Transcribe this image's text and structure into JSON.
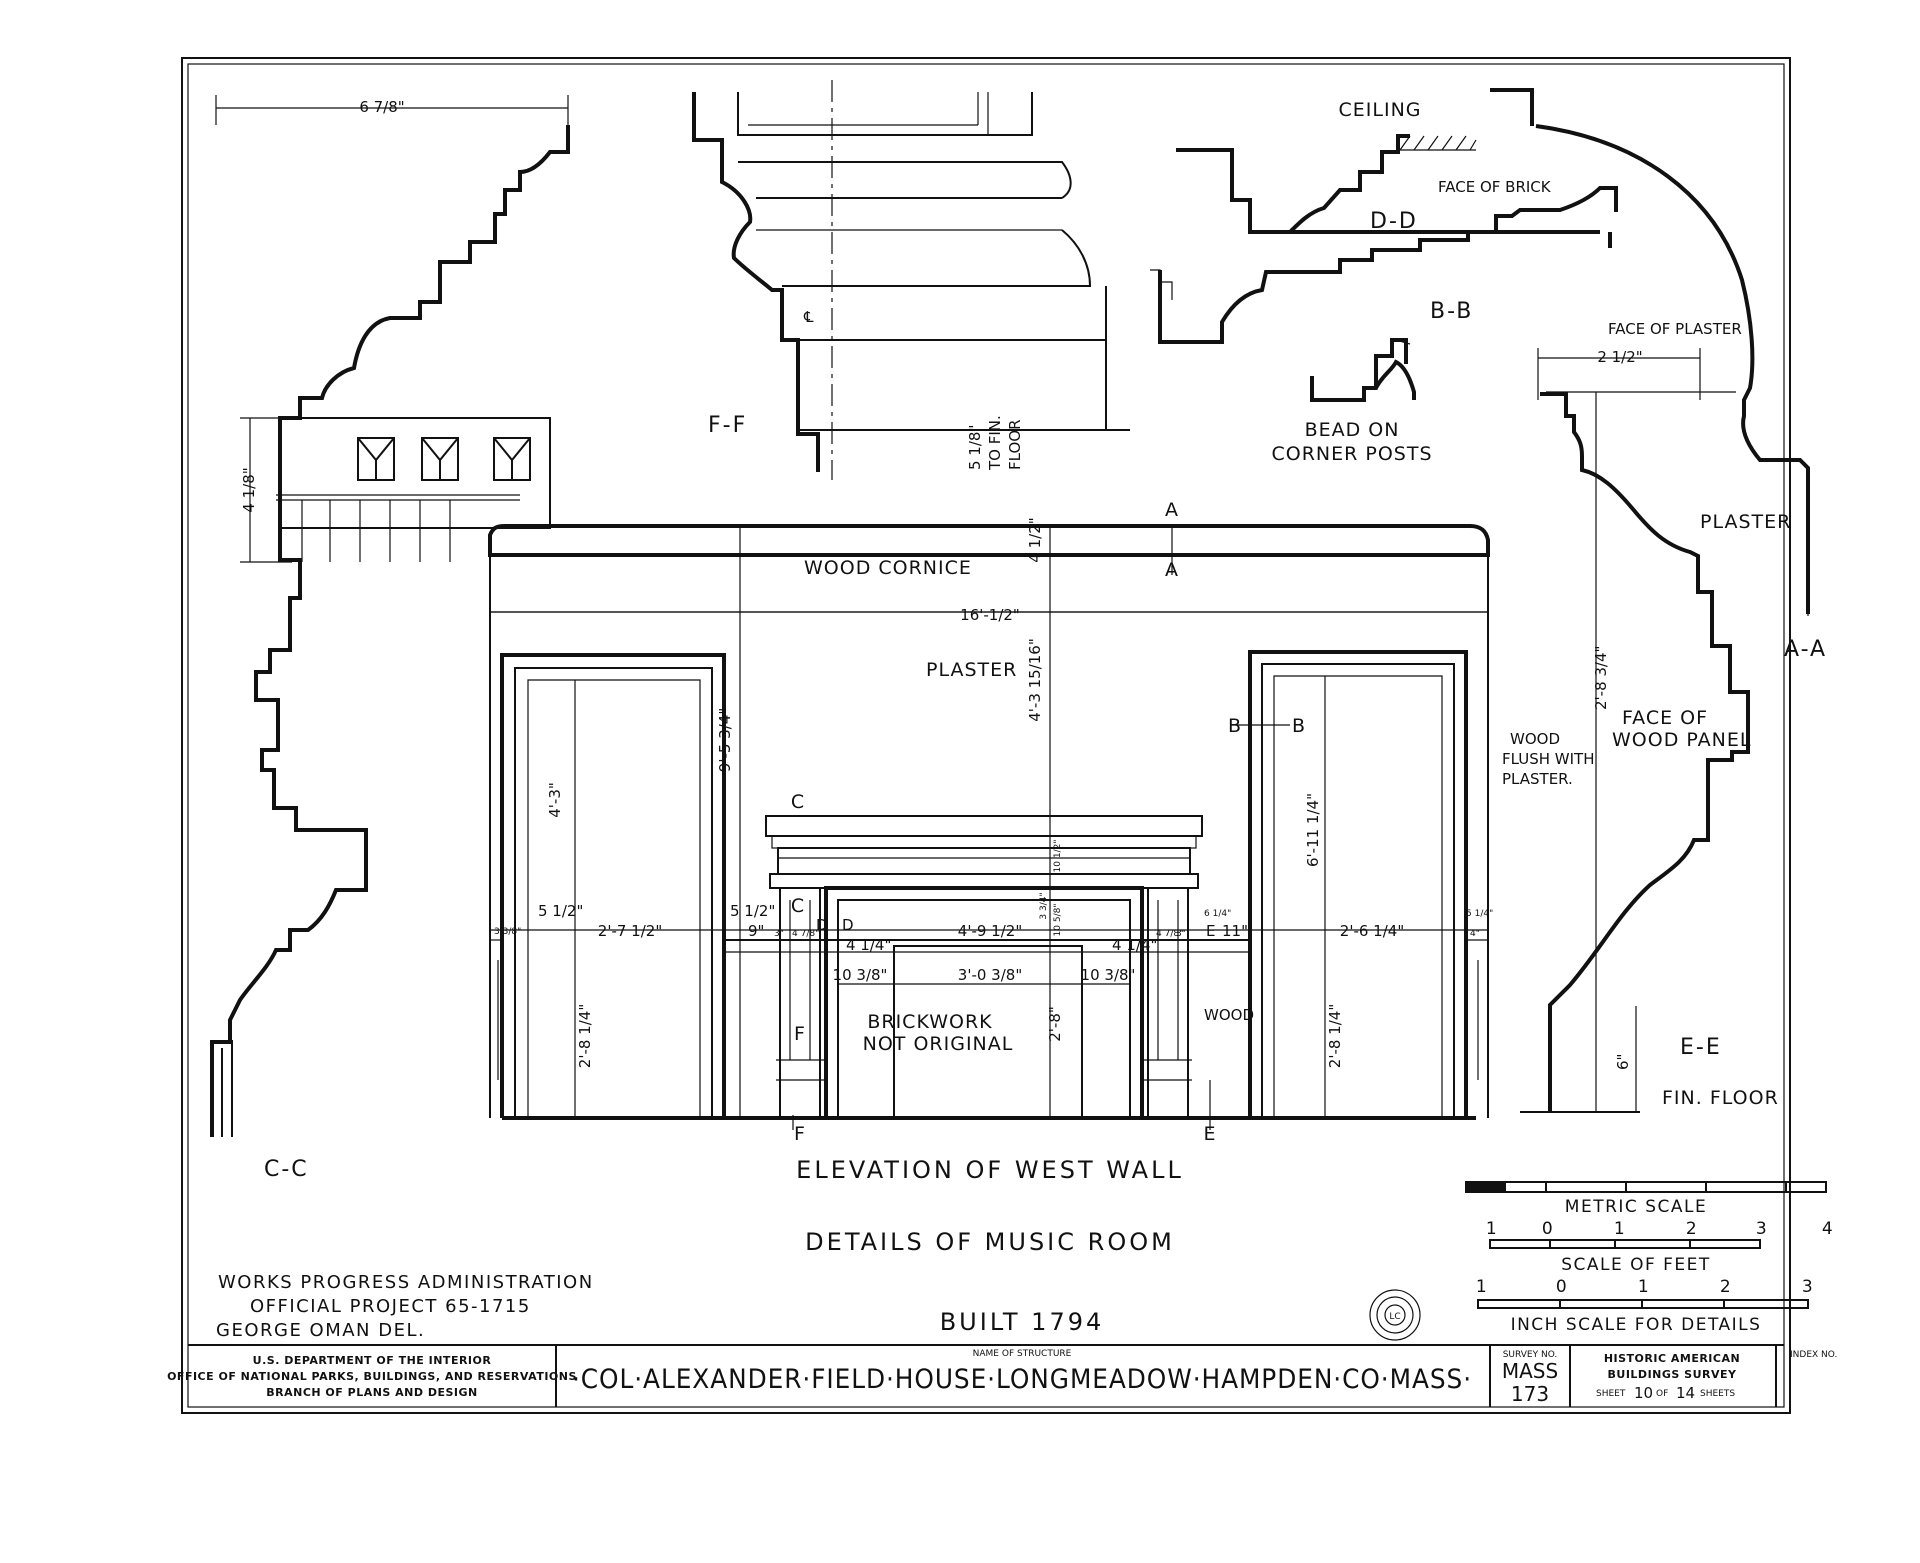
{
  "sections": {
    "cc": "C-C",
    "ff": "F-F",
    "dd": "D-D",
    "bb": "B-B",
    "aa": "A-A",
    "ee": "E-E"
  },
  "markers": {
    "a": "A",
    "b": "B",
    "c": "C",
    "d": "D",
    "e": "E",
    "f": "F"
  },
  "labels": {
    "ceiling": "CEILING",
    "face_of_brick": "FACE OF BRICK",
    "face_of_plaster": "FACE OF PLASTER",
    "bead_1": "BEAD ON",
    "bead_2": "CORNER POSTS",
    "plaster_right": "PLASTER",
    "face_of_1": "FACE OF",
    "face_of_2": "WOOD PANEL",
    "fin_floor": "FIN. FLOOR",
    "to_fin_floor_1": "TO FIN.",
    "to_fin_floor_2": "FLOOR",
    "wood_cornice": "WOOD CORNICE",
    "plaster_wall": "PLASTER",
    "wood_flush_1": "WOOD",
    "wood_flush_2": "FLUSH WITH",
    "wood_flush_3": "PLASTER.",
    "brickwork_1": "BRICKWORK",
    "brickwork_2": "NOT ORIGINAL",
    "wood": "WOOD"
  },
  "dimensions": {
    "cc_top": "6 7/8\"",
    "cc_side": "4 1/8\"",
    "ff_bottom": "5 1/8\"",
    "aa_top": "2 1/2\"",
    "aa_height": "2'-8 3/4\"",
    "ee_height": "6\"",
    "overall_width": "16'-1/2\"",
    "left_door_height": "4'-3\"",
    "wall_height": "9'-5 3/4\"",
    "plaster_height": "4'-3 15/16\"",
    "cornice_height": "4 1/2\"",
    "right_door_height": "6'-11 1/4\"",
    "left_dim_1": "3 3/8\"",
    "left_dim_2": "5 1/2\"",
    "left_door_width": "2'-7 1/2\"",
    "dim_5half": "5 1/2\"",
    "dim_9": "9\"",
    "dim_3a": "3\"",
    "dim_4_7_8a": "4 7/8\"",
    "dim_4_1_4a": "4 1/4\"",
    "opening_width": "4'-9 1/2\"",
    "dim_4_1_4b": "4 1/4\"",
    "dim_4_7_8b": "4 7/8\"",
    "dim_3b": "3\"",
    "dim_11": "11\"",
    "right_door_width": "2'-6 1/4\"",
    "right_dim_end": "4\"",
    "dim_6_1_4": "6 1/4\"",
    "dim_5_1_4": "5 1/4\"",
    "dado_height": "2'-8 1/4\"",
    "brick_side_a": "10 3/8\"",
    "brick_width": "3'-0 3/8\"",
    "brick_side_b": "10 3/8\"",
    "opening_height": "2'-8\"",
    "mantel_1": "10 5/8\"",
    "mantel_2": "10 1/2\"",
    "mantel_3": "3 3/4\""
  },
  "headings": {
    "elevation": "ELEVATION OF WEST WALL",
    "details": "DETAILS OF MUSIC ROOM",
    "built": "BUILT 1794"
  },
  "credits": {
    "line1": "WORKS PROGRESS ADMINISTRATION",
    "line2": "OFFICIAL PROJECT 65-1715",
    "line3": "GEORGE OMAN DEL."
  },
  "scales": {
    "metric_label": "METRIC SCALE",
    "metric_ticks": [
      "1",
      "0",
      "1",
      "2",
      "3",
      "4"
    ],
    "feet_label": "SCALE OF FEET",
    "feet_ticks": [
      "1",
      "0",
      "1",
      "2",
      "3"
    ],
    "inch_label": "INCH SCALE FOR DETAILS"
  },
  "title_block": {
    "dept_1": "U.S. DEPARTMENT OF THE INTERIOR",
    "dept_2": "OFFICE OF NATIONAL PARKS, BUILDINGS, AND RESERVATIONS",
    "dept_3": "BRANCH OF PLANS AND DESIGN",
    "name_label": "NAME OF STRUCTURE",
    "name": "·COL·ALEXANDER·FIELD·HOUSE·LONGMEADOW·HAMPDEN·CO·MASS·",
    "survey_label": "SURVEY NO.",
    "survey_state": "MASS",
    "survey_num": "173",
    "habs_1": "HISTORIC AMERICAN",
    "habs_2": "BUILDINGS SURVEY",
    "sheet_a": "SHEET",
    "sheet_no": "10",
    "sheet_of": "OF",
    "sheet_total": "14",
    "sheet_b": "SHEETS",
    "index_label": "INDEX NO."
  },
  "stamp": {
    "text": "LC"
  }
}
